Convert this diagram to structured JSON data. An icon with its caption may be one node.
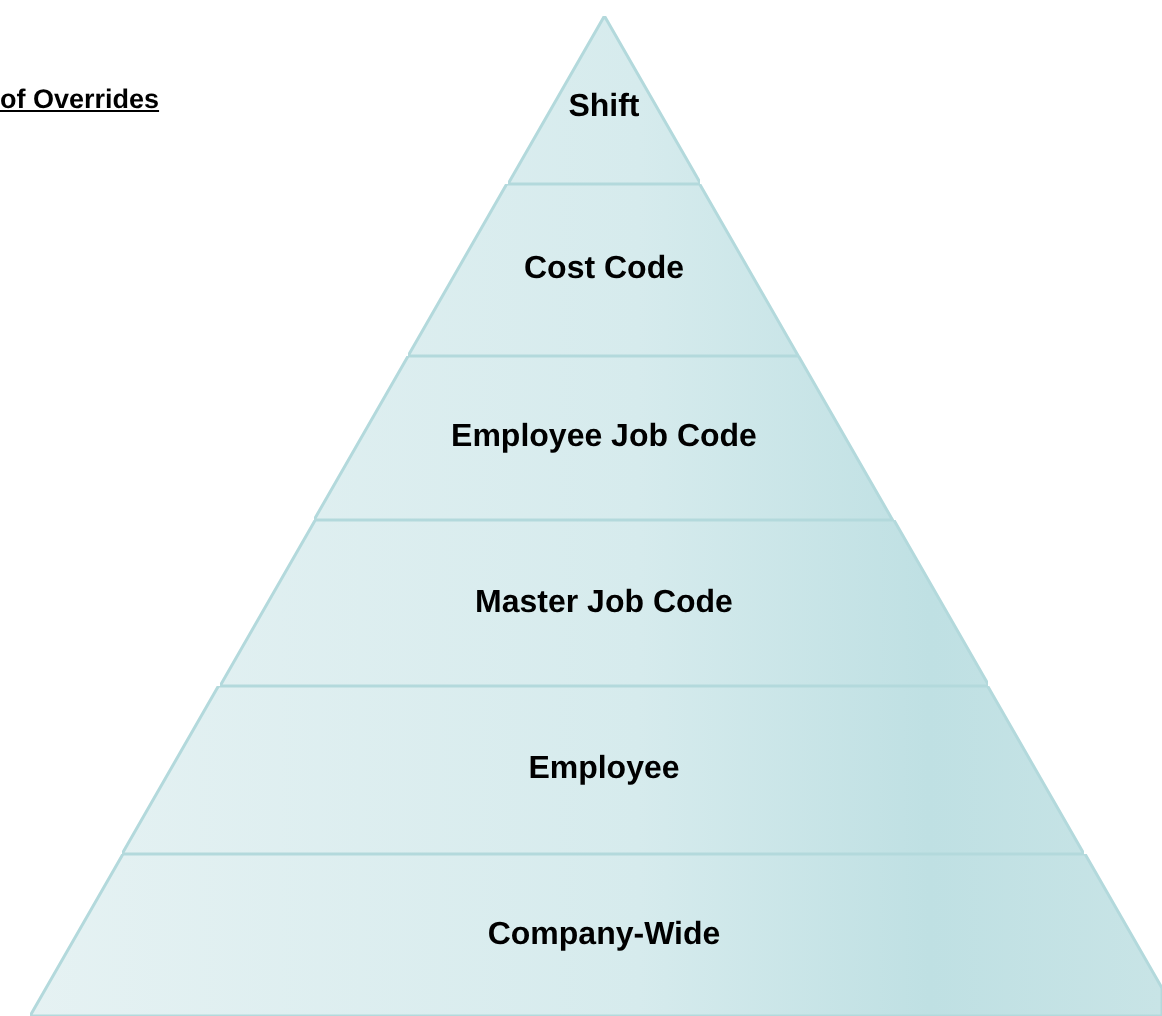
{
  "diagram": {
    "title": "of Overrides",
    "nodes": [
      {
        "text": [
          "Shift"
        ]
      },
      {
        "text": [
          "Cost Code"
        ]
      },
      {
        "text": [
          "Employee Job Code"
        ]
      },
      {
        "text": [
          "Master Job Code"
        ]
      },
      {
        "text": [
          "Employee"
        ]
      },
      {
        "text": [
          "Company-Wide"
        ]
      }
    ]
  }
}
